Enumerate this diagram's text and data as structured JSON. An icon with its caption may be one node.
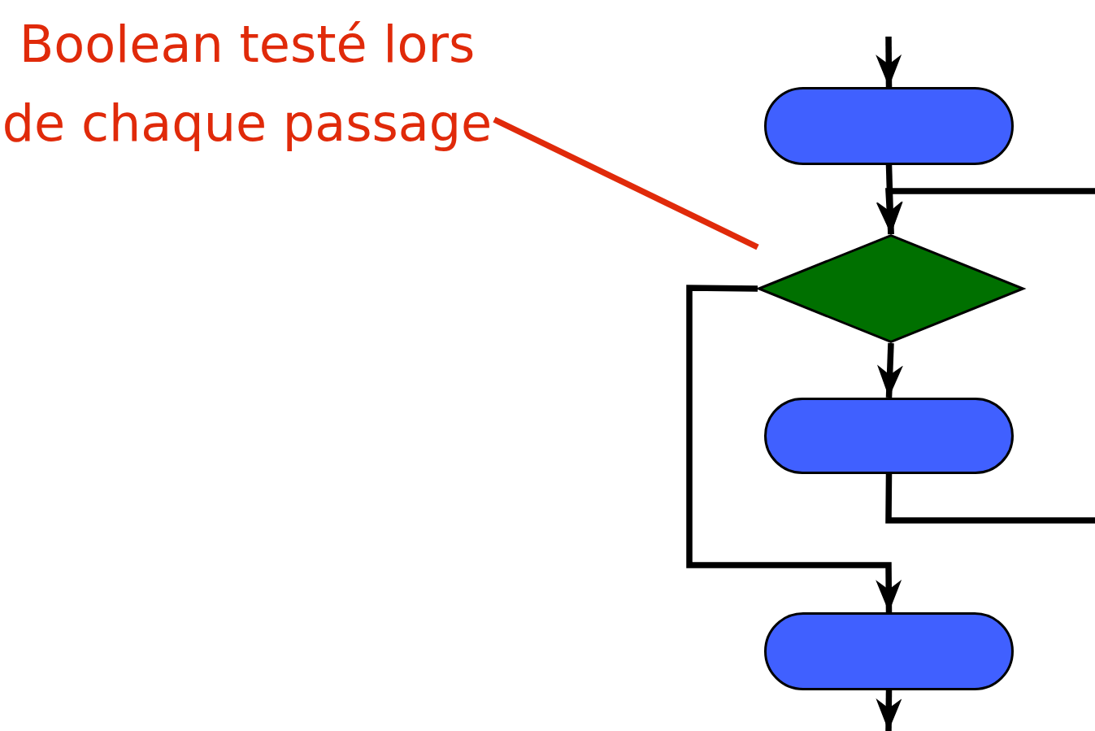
{
  "diagram": {
    "nodes": [
      {
        "text": [
          "Boolean testé lors de chaque passage"
        ]
      },
      {
        "text": [],
        "shape": "box"
      },
      {
        "text": [],
        "shape": "diamond"
      },
      {
        "text": [],
        "shape": "box"
      },
      {
        "text": [],
        "shape": "box"
      }
    ],
    "edges": [
      {
        "from": null,
        "to": 1,
        "arrow": "to"
      },
      {
        "from": 1,
        "to": 2,
        "arrow": "to"
      },
      {
        "from": 2,
        "to": 3,
        "arrow": "to"
      },
      {
        "from": 3,
        "to": 2,
        "arrow": "to"
      },
      {
        "from": 2,
        "to": 4,
        "arrow": "to"
      },
      {
        "from": 4,
        "to": null,
        "arrow": "to"
      },
      {
        "from": 0,
        "to": 2,
        "arrow": "none",
        "color": "#e02a0a"
      }
    ]
  }
}
